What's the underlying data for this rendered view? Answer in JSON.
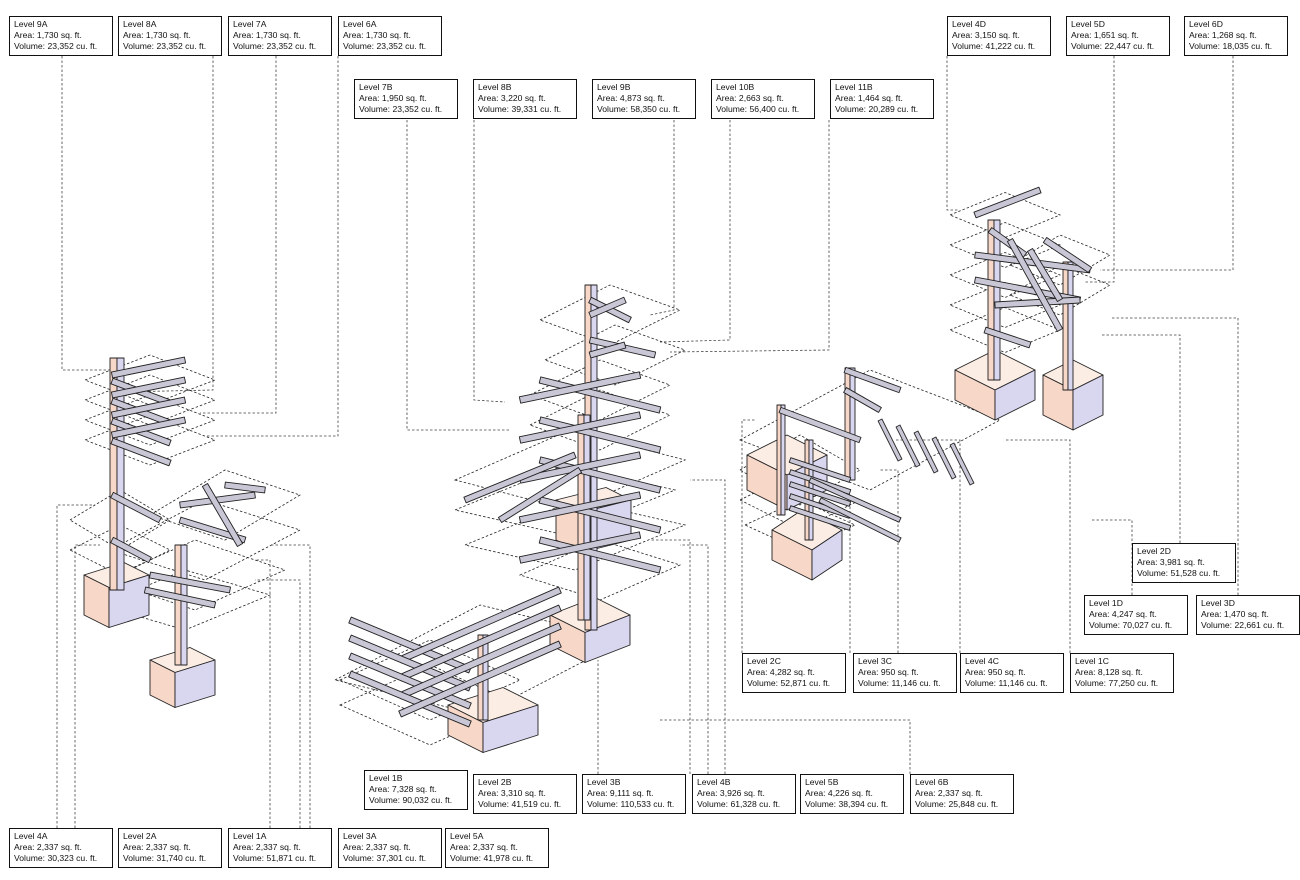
{
  "labels": [
    {
      "id": "9A",
      "title": "Level 9A",
      "area": "Area: 1,730 sq. ft.",
      "volume": "Volume: 23,352 cu. ft."
    },
    {
      "id": "8A",
      "title": "Level 8A",
      "area": "Area: 1,730 sq. ft.",
      "volume": "Volume: 23,352 cu. ft."
    },
    {
      "id": "7A",
      "title": "Level 7A",
      "area": "Area: 1,730 sq. ft.",
      "volume": "Volume: 23,352 cu. ft."
    },
    {
      "id": "6A",
      "title": "Level 6A",
      "area": "Area: 1,730 sq. ft.",
      "volume": "Volume: 23,352 cu. ft."
    },
    {
      "id": "4D",
      "title": "Level 4D",
      "area": "Area: 3,150 sq. ft.",
      "volume": "Volume: 41,222 cu. ft."
    },
    {
      "id": "5D",
      "title": "Level 5D",
      "area": "Area: 1,651 sq. ft.",
      "volume": "Volume: 22,447 cu. ft."
    },
    {
      "id": "6D",
      "title": "Level 6D",
      "area": "Area: 1,268 sq. ft.",
      "volume": "Volume: 18,035 cu. ft."
    },
    {
      "id": "7B",
      "title": "Level 7B",
      "area": "Area: 1,950 sq. ft.",
      "volume": "Volume: 23,352 cu. ft."
    },
    {
      "id": "8B",
      "title": "Level 8B",
      "area": "Area: 3,220 sq. ft.",
      "volume": "Volume: 39,331 cu. ft."
    },
    {
      "id": "9B",
      "title": "Level 9B",
      "area": "Area: 4,873 sq. ft.",
      "volume": "Volume: 58,350 cu. ft."
    },
    {
      "id": "10B",
      "title": "Level 10B",
      "area": "Area: 2,663 sq. ft.",
      "volume": "Volume: 56,400 cu. ft."
    },
    {
      "id": "11B",
      "title": "Level 11B",
      "area": "Area: 1,464 sq. ft.",
      "volume": "Volume: 20,289 cu. ft."
    },
    {
      "id": "2D",
      "title": "Level 2D",
      "area": "Area: 3,981 sq. ft.",
      "volume": "Volume: 51,528 cu. ft."
    },
    {
      "id": "1D",
      "title": "Level 1D",
      "area": "Area: 4,247 sq. ft.",
      "volume": "Volume: 70,027 cu. ft."
    },
    {
      "id": "3D",
      "title": "Level 3D",
      "area": "Area: 1,470 sq. ft.",
      "volume": "Volume: 22,661 cu. ft."
    },
    {
      "id": "2C",
      "title": "Level 2C",
      "area": "Area: 4,282 sq. ft.",
      "volume": "Volume: 52,871 cu. ft."
    },
    {
      "id": "3C",
      "title": "Level 3C",
      "area": "Area: 950 sq. ft.",
      "volume": "Volume: 11,146 cu. ft."
    },
    {
      "id": "4C",
      "title": "Level 4C",
      "area": "Area: 950 sq. ft.",
      "volume": "Volume: 11,146 cu. ft."
    },
    {
      "id": "1C",
      "title": "Level 1C",
      "area": "Area: 8,128 sq. ft.",
      "volume": "Volume: 77,250 cu. ft."
    },
    {
      "id": "1B",
      "title": "Level 1B",
      "area": "Area: 7,328 sq. ft.",
      "volume": "Volume: 90,032 cu. ft."
    },
    {
      "id": "2B",
      "title": "Level 2B",
      "area": "Area: 3,310 sq. ft.",
      "volume": "Volume: 41,519 cu. ft."
    },
    {
      "id": "3B",
      "title": "Level 3B",
      "area": "Area: 9,111 sq. ft.",
      "volume": "Volume: 110,533 cu. ft."
    },
    {
      "id": "4B",
      "title": "Level 4B",
      "area": "Area: 3,926 sq. ft.",
      "volume": "Volume: 61,328 cu. ft."
    },
    {
      "id": "5B",
      "title": "Level 5B",
      "area": "Area: 4,226 sq. ft.",
      "volume": "Volume: 38,394 cu. ft."
    },
    {
      "id": "6B",
      "title": "Level 6B",
      "area": "Area: 2,337 sq. ft.",
      "volume": "Volume: 25,848 cu. ft."
    },
    {
      "id": "4A",
      "title": "Level 4A",
      "area": "Area: 2,337 sq. ft.",
      "volume": "Volume: 30,323 cu. ft."
    },
    {
      "id": "2A",
      "title": "Level 2A",
      "area": "Area: 2,337 sq. ft.",
      "volume": "Volume: 31,740 cu. ft."
    },
    {
      "id": "1A",
      "title": "Level 1A",
      "area": "Area: 2,337 sq. ft.",
      "volume": "Volume: 51,871 cu. ft."
    },
    {
      "id": "3A",
      "title": "Level 3A",
      "area": "Area: 2,337 sq. ft.",
      "volume": "Volume: 37,301 cu. ft."
    },
    {
      "id": "5A",
      "title": "Level 5A",
      "area": "Area: 2,337 sq. ft.",
      "volume": "Volume: 41,978 cu. ft."
    }
  ],
  "colors": {
    "core_salmon": "#f7d7c8",
    "core_lavender": "#d9d6ef",
    "beam_fill": "#c9c6d6",
    "beam_top": "#e4e2ec",
    "line": "#222222",
    "dash": "#444444"
  }
}
